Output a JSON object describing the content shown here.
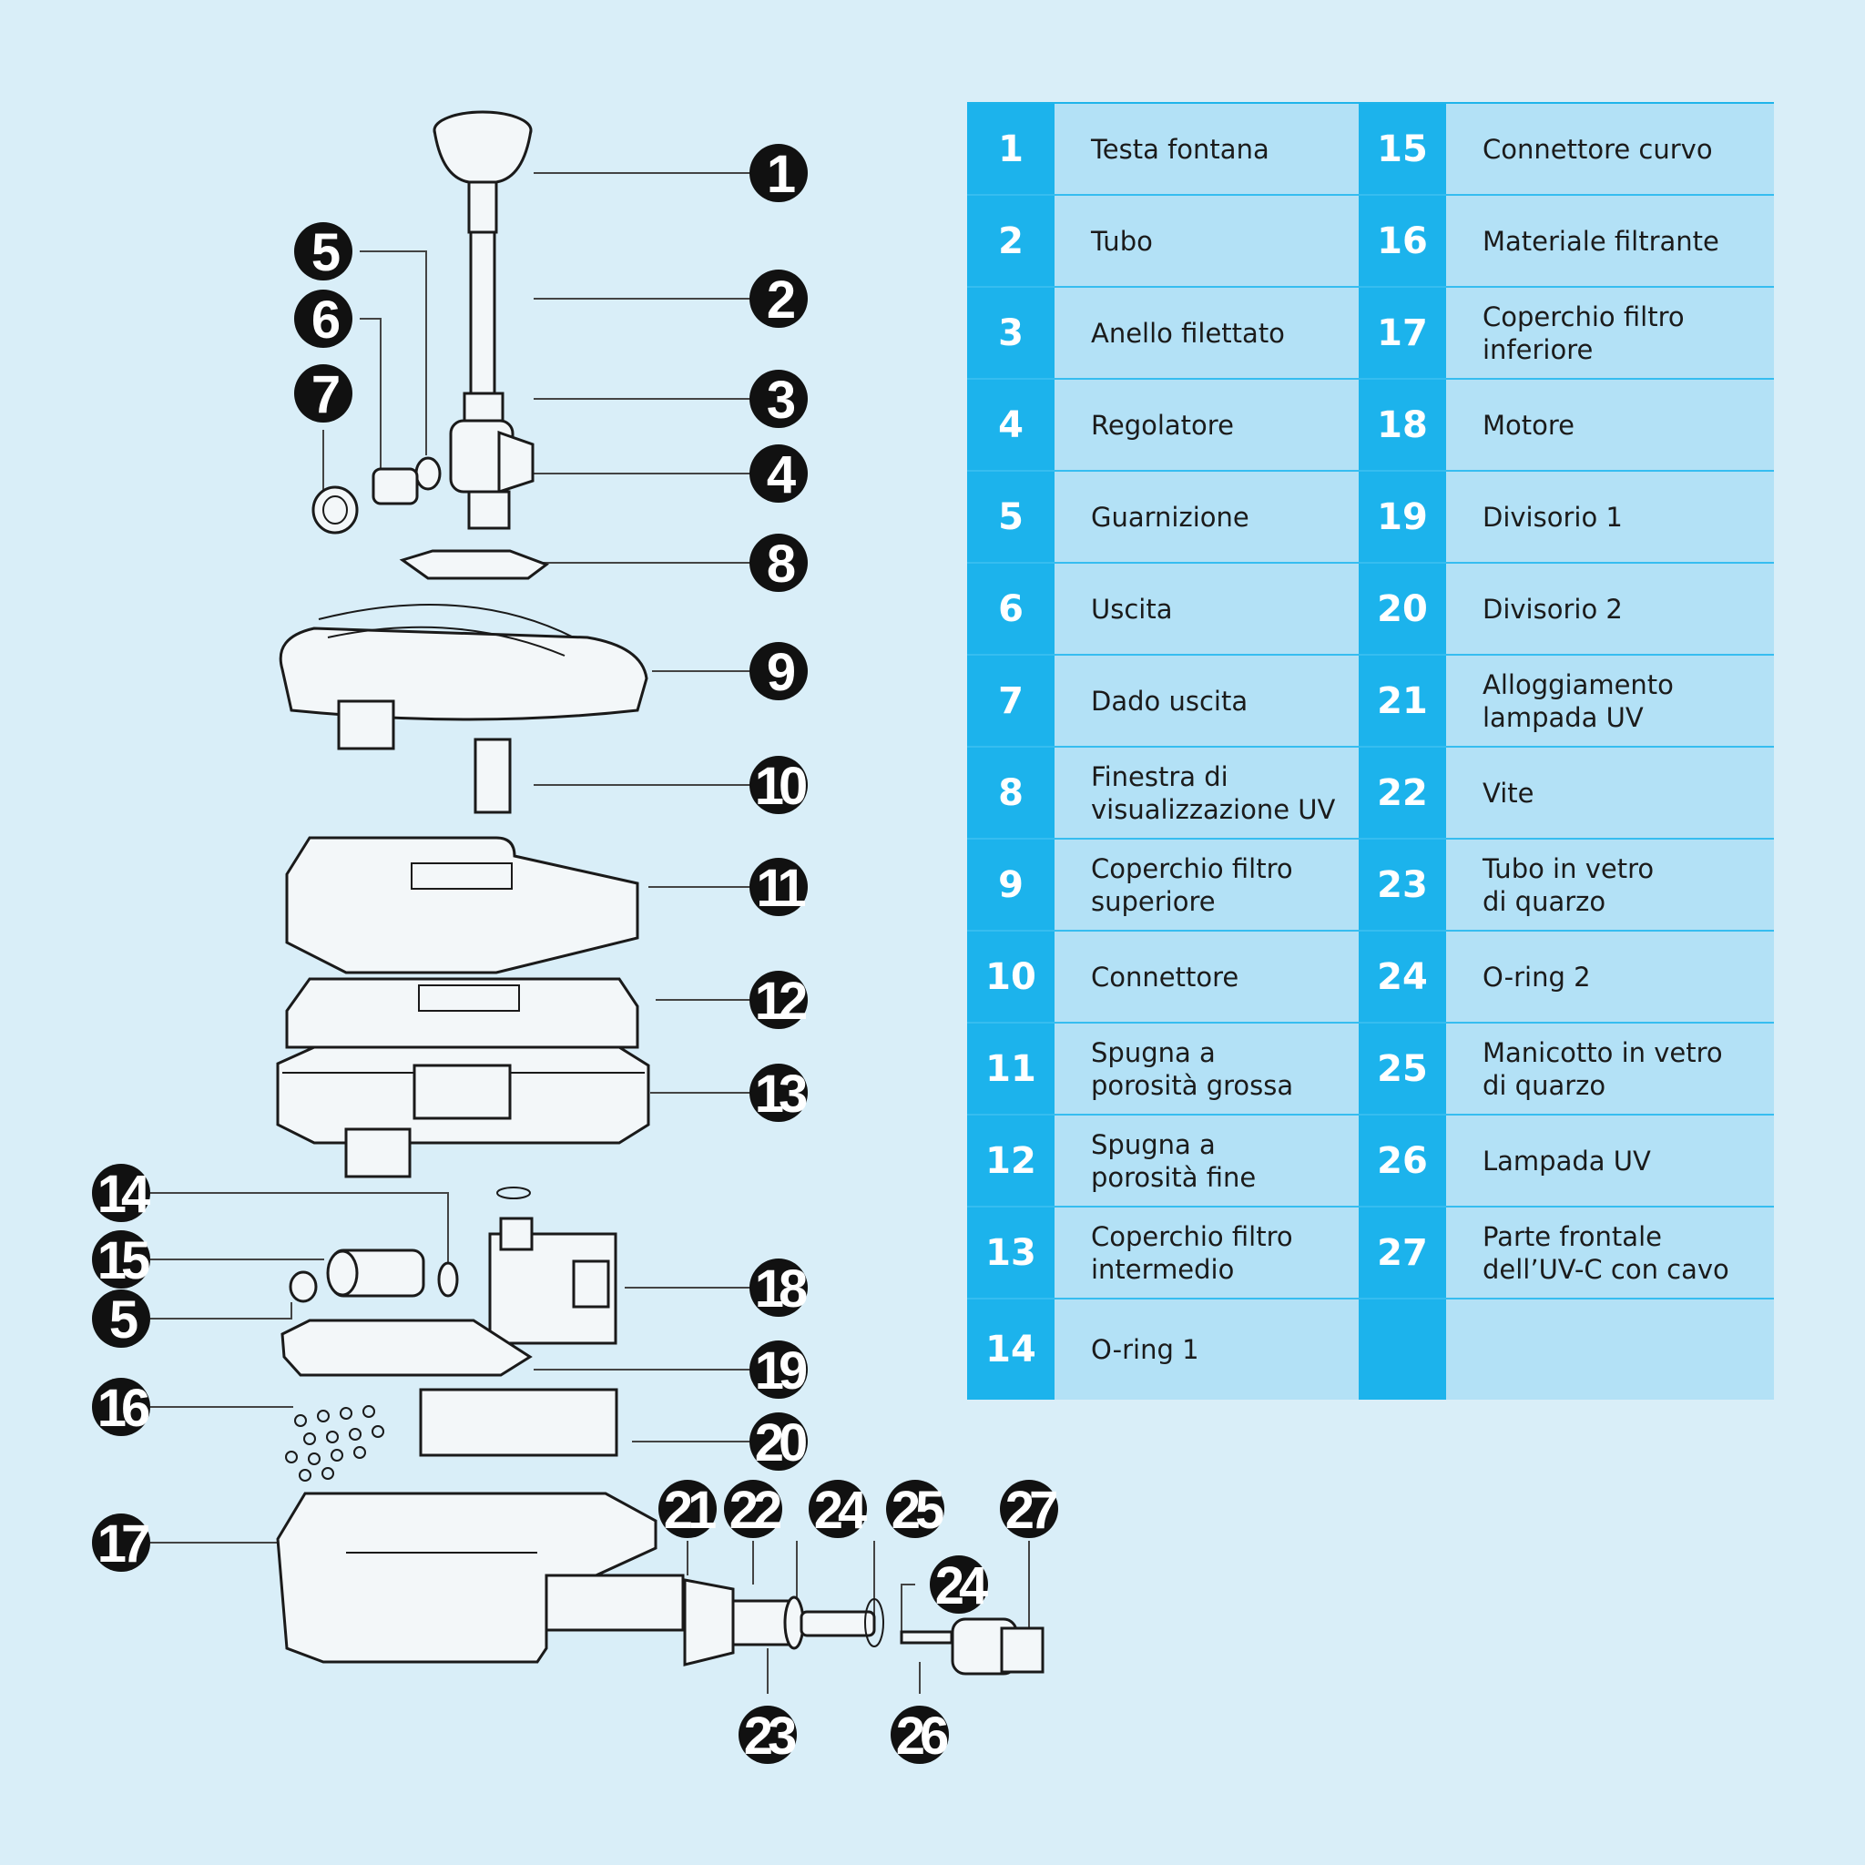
{
  "callouts": [
    "1",
    "2",
    "3",
    "4",
    "5",
    "6",
    "7",
    "8",
    "9",
    "10",
    "11",
    "12",
    "13",
    "14",
    "15",
    "5",
    "16",
    "17",
    "18",
    "19",
    "20",
    "21",
    "22",
    "23",
    "24",
    "25",
    "24",
    "26",
    "27"
  ],
  "legend": {
    "left": [
      {
        "num": "1",
        "label": "Testa fontana"
      },
      {
        "num": "2",
        "label": "Tubo"
      },
      {
        "num": "3",
        "label": "Anello filettato"
      },
      {
        "num": "4",
        "label": "Regolatore"
      },
      {
        "num": "5",
        "label": "Guarnizione"
      },
      {
        "num": "6",
        "label": "Uscita"
      },
      {
        "num": "7",
        "label": "Dado uscita"
      },
      {
        "num": "8",
        "label": "Finestra di\nvisualizzazione UV"
      },
      {
        "num": "9",
        "label": "Coperchio filtro\nsuperiore"
      },
      {
        "num": "10",
        "label": "Connettore"
      },
      {
        "num": "11",
        "label": "Spugna a\nporosità grossa"
      },
      {
        "num": "12",
        "label": "Spugna a\nporosità fine"
      },
      {
        "num": "13",
        "label": "Coperchio filtro\nintermedio"
      },
      {
        "num": "14",
        "label": "O-ring 1"
      }
    ],
    "right": [
      {
        "num": "15",
        "label": "Connettore curvo"
      },
      {
        "num": "16",
        "label": "Materiale filtrante"
      },
      {
        "num": "17",
        "label": "Coperchio filtro\ninferiore"
      },
      {
        "num": "18",
        "label": "Motore"
      },
      {
        "num": "19",
        "label": "Divisorio 1"
      },
      {
        "num": "20",
        "label": "Divisorio 2"
      },
      {
        "num": "21",
        "label": "Alloggiamento\nlampada UV"
      },
      {
        "num": "22",
        "label": "Vite"
      },
      {
        "num": "23",
        "label": "Tubo in vetro\ndi quarzo"
      },
      {
        "num": "24",
        "label": "O-ring 2"
      },
      {
        "num": "25",
        "label": "Manicotto in vetro\ndi quarzo"
      },
      {
        "num": "26",
        "label": "Lampada UV"
      },
      {
        "num": "27",
        "label": "Parte frontale\ndell’UV-C con cavo"
      },
      {
        "num": "",
        "label": ""
      }
    ]
  }
}
